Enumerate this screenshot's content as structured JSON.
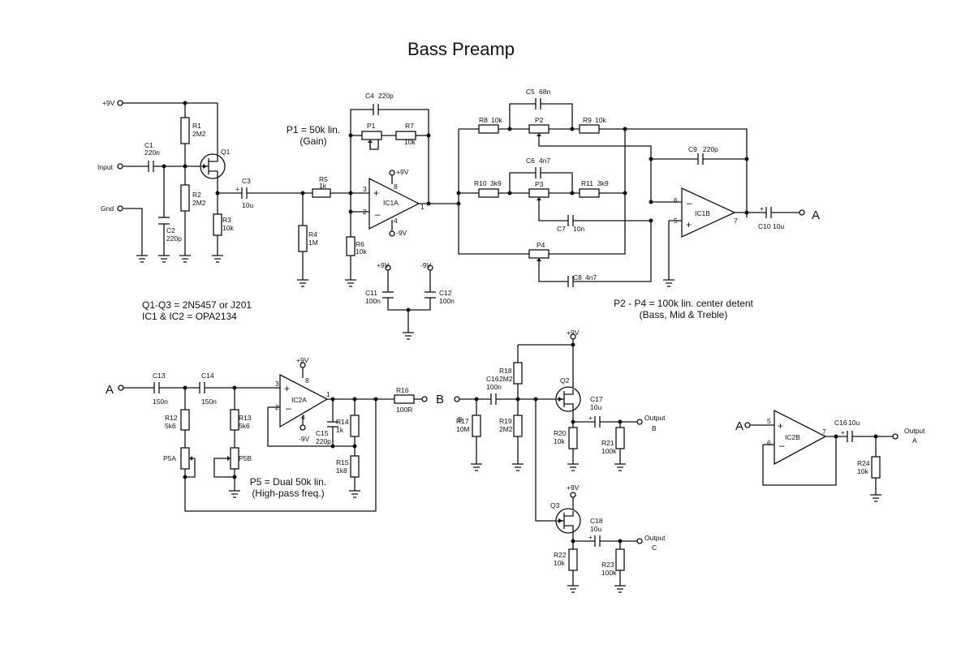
{
  "title": "Bass Preamp",
  "notes": {
    "p1": [
      "P1 = 50k lin.",
      "(Gain)"
    ],
    "parts": [
      "Q1-Q3 = 2N5457 or J201",
      "IC1 & IC2 = OPA2134"
    ],
    "tone": [
      "P2 - P4 = 100k lin. center detent",
      "(Bass, Mid & Treble)"
    ],
    "p5": [
      "P5 = Dual 50k lin.",
      "(High-pass freq.)"
    ]
  },
  "labels": [
    "+9V",
    "R1",
    "2M2",
    "Q1",
    "C1",
    "220n",
    "Input",
    "R2",
    "2M2",
    "Gnd",
    "C2",
    "220p",
    "R3",
    "10k",
    "C3",
    "10u",
    "R5",
    "1k",
    "R4",
    "1M",
    "C4",
    "220p",
    "P1",
    "R7",
    "10k",
    "3",
    "2",
    "8",
    "4",
    "1",
    "IC1A",
    "+9V",
    "-9V",
    "R6",
    "10k",
    "+9V",
    "-9V",
    "C11",
    "100n",
    "C12",
    "100n",
    "C5",
    "68n",
    "R8",
    "10k",
    "P2",
    "R9",
    "10k",
    "C6",
    "4n7",
    "R10",
    "3k9",
    "P3",
    "R11",
    "3k9",
    "C7",
    "10n",
    "P4",
    "C8",
    "4n7",
    "C9",
    "220p",
    "6",
    "5",
    "7",
    "IC1B",
    "C10",
    "10u",
    "A",
    "A",
    "C13",
    "150n",
    "C14",
    "150n",
    "R12",
    "5k6",
    "P5A",
    "R13",
    "5k6",
    "P5B",
    "+9V",
    "8",
    "3",
    "2",
    "4",
    "1",
    "IC2A",
    "-9V",
    "C15",
    "220p",
    "R14",
    "1k",
    "R15",
    "1k8",
    "R16",
    "100R",
    "B",
    "B",
    "C16",
    "100n",
    "R17",
    "10M",
    "R18",
    "2M2",
    "R19",
    "2M2",
    "+9V",
    "Q2",
    "C17",
    "10u",
    "Output",
    "B",
    "R20",
    "10k",
    "R21",
    "100k",
    "+9V",
    "Q3",
    "C18",
    "10u",
    "Output",
    "C",
    "R22",
    "10k",
    "R23",
    "100k",
    "A",
    "5",
    "6",
    "7",
    "IC2B",
    "C16",
    "10u",
    "Output",
    "A",
    "R24",
    "10k"
  ]
}
